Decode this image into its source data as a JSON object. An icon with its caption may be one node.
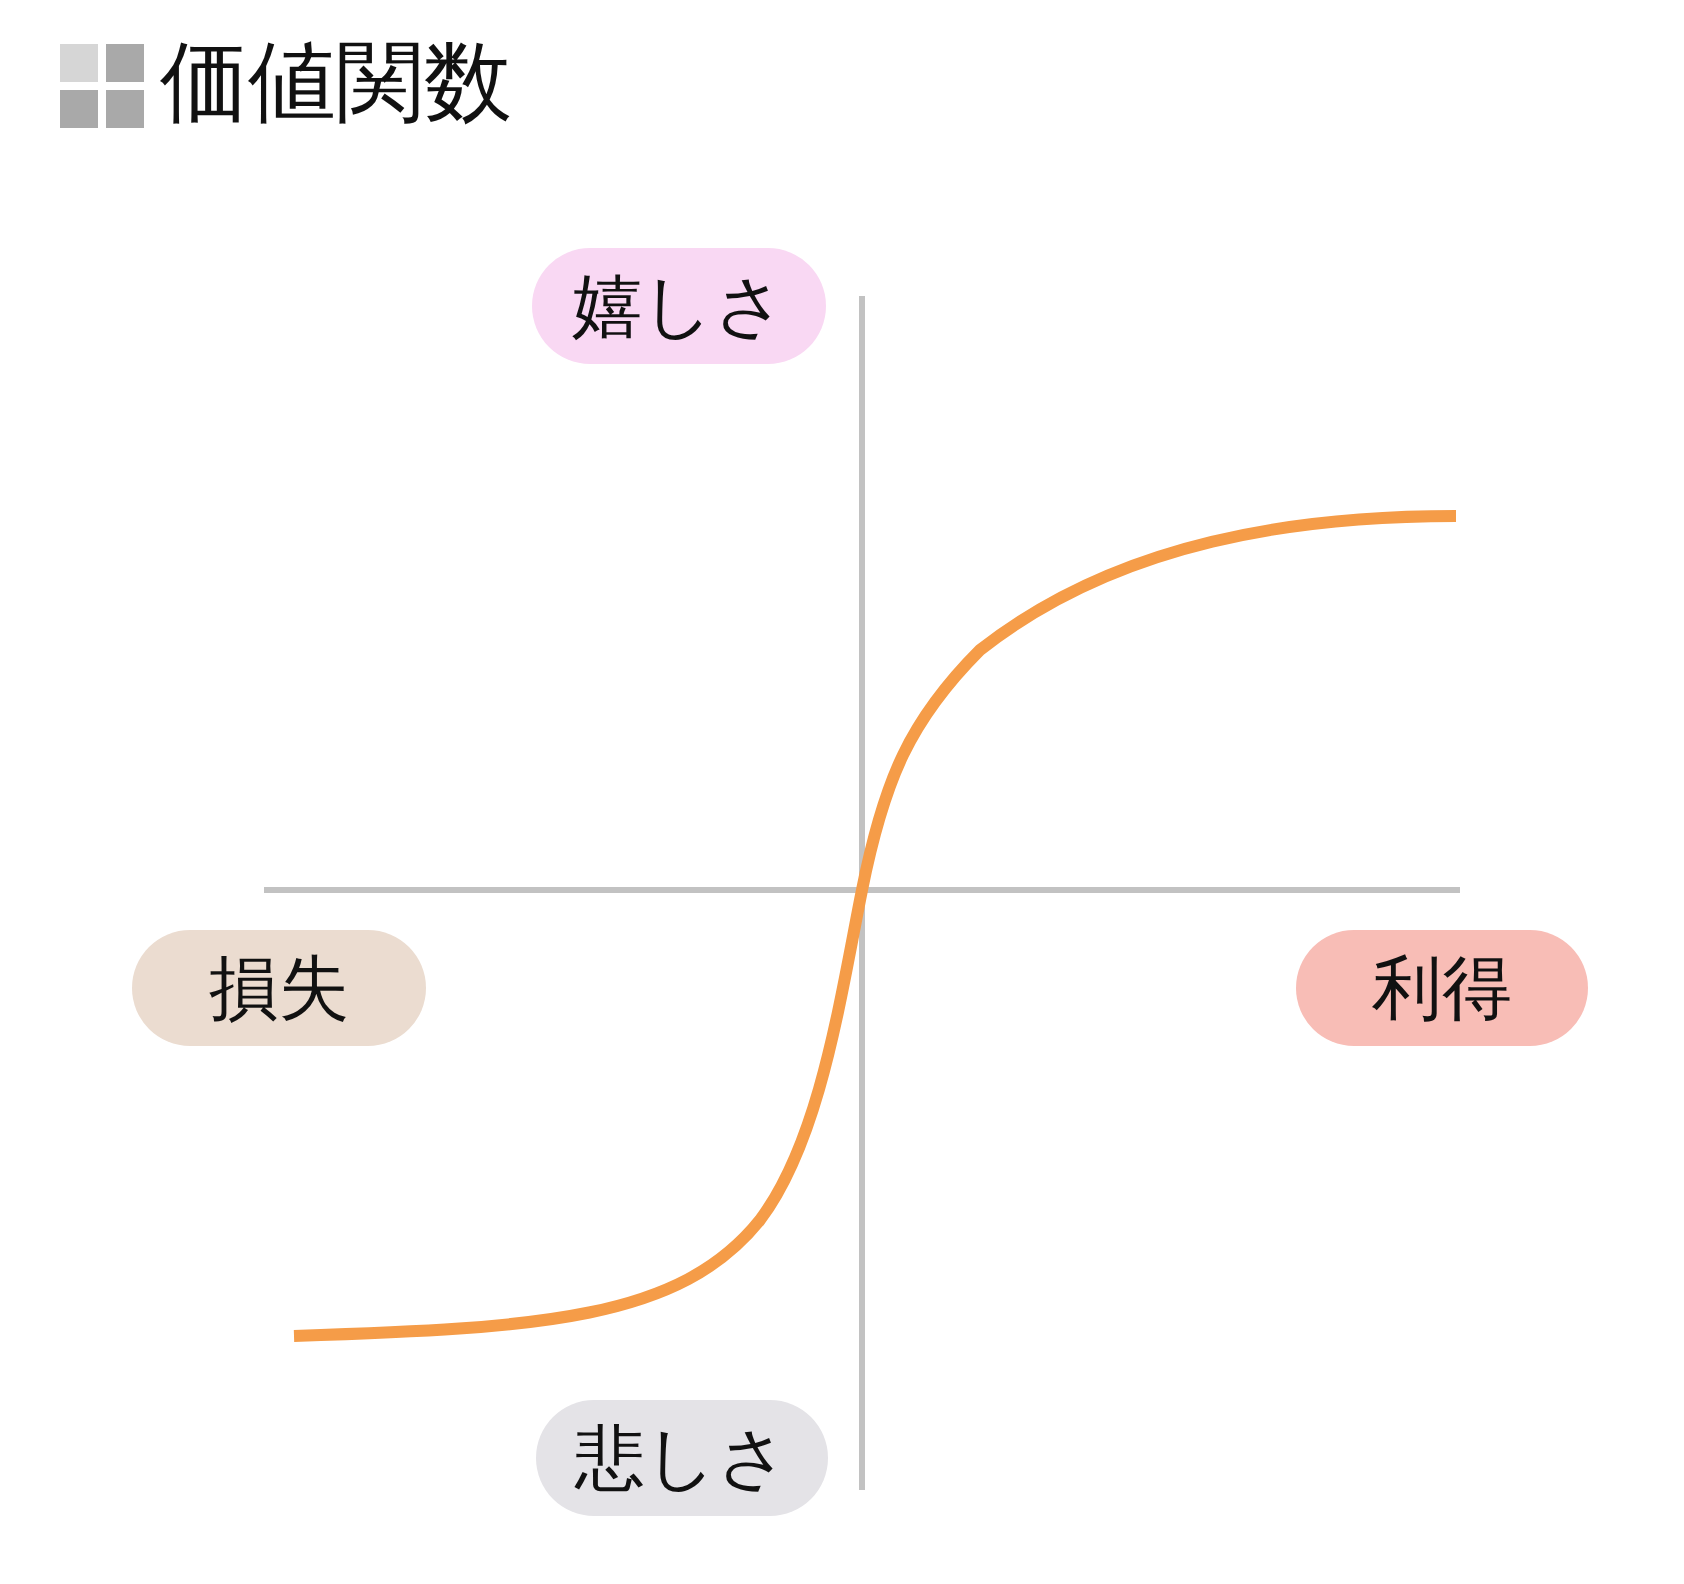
{
  "diagram": {
    "title": "価値関数",
    "nodes": [
      {
        "text": [
          "嬉しさ"
        ]
      },
      {
        "text": [
          "損失"
        ]
      },
      {
        "text": [
          "利得"
        ]
      },
      {
        "text": [
          "悲しさ"
        ]
      }
    ]
  }
}
